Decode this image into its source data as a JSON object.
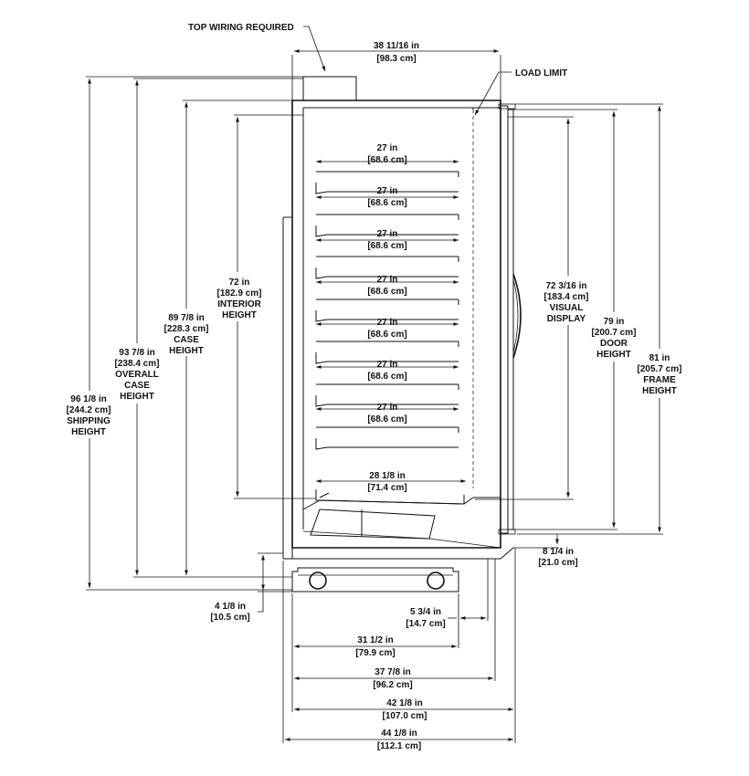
{
  "callouts": {
    "top_wiring": "TOP WIRING REQUIRED",
    "load_limit": "LOAD LIMIT"
  },
  "dims": {
    "top_width": {
      "line1": "38 11/16 in",
      "line2": "[98.3 cm]"
    },
    "shelf_1": {
      "line1": "27 in",
      "line2": "[68.6 cm]"
    },
    "shelf_2": {
      "line1": "27 in",
      "line2": "[68.6 cm]"
    },
    "shelf_3": {
      "line1": "27 in",
      "line2": "[68.6 cm]"
    },
    "shelf_4": {
      "line1": "27 in",
      "line2": "[68.6 cm]"
    },
    "shelf_5": {
      "line1": "27 in",
      "line2": "[68.6 cm]"
    },
    "shelf_6": {
      "line1": "27 in",
      "line2": "[68.6 cm]"
    },
    "shelf_7": {
      "line1": "27 in",
      "line2": "[68.6 cm]"
    },
    "bottom_shelf": {
      "line1": "28 1/8 in",
      "line2": "[71.4 cm]"
    },
    "interior_height": {
      "line1": "72 in",
      "line2": "[182.9 cm]",
      "line3": "INTERIOR",
      "line4": "HEIGHT"
    },
    "case_height": {
      "line1": "89 7/8 in",
      "line2": "[228.3 cm]",
      "line3": "CASE",
      "line4": "HEIGHT"
    },
    "overall_case_height": {
      "line1": "93 7/8 in",
      "line2": "[238.4 cm]",
      "line3": "OVERALL",
      "line4": "CASE",
      "line5": "HEIGHT"
    },
    "shipping_height": {
      "line1": "96 1/8 in",
      "line2": "[244.2 cm]",
      "line3": "SHIPPING",
      "line4": "HEIGHT"
    },
    "visual_display": {
      "line1": "72 3/16 in",
      "line2": "[183.4 cm]",
      "line3": "VISUAL",
      "line4": "DISPLAY"
    },
    "door_height": {
      "line1": "79 in",
      "line2": "[200.7 cm]",
      "line3": "DOOR",
      "line4": "HEIGHT"
    },
    "frame_height": {
      "line1": "81 in",
      "line2": "[205.7 cm]",
      "line3": "FRAME",
      "line4": "HEIGHT"
    },
    "bottom_offset": {
      "line1": "8 1/4 in",
      "line2": "[21.0 cm]"
    },
    "base_height": {
      "line1": "4 1/8 in",
      "line2": "[10.5 cm]"
    },
    "base_offset": {
      "line1": "5 3/4 in",
      "line2": "[14.7 cm]"
    },
    "width_a": {
      "line1": "31 1/2 in",
      "line2": "[79.9 cm]"
    },
    "width_b": {
      "line1": "37 7/8 in",
      "line2": "[96.2 cm]"
    },
    "width_c": {
      "line1": "42 1/8 in",
      "line2": "[107.0 cm]"
    },
    "width_d": {
      "line1": "44 1/8 in",
      "line2": "[112.1 cm]"
    }
  }
}
